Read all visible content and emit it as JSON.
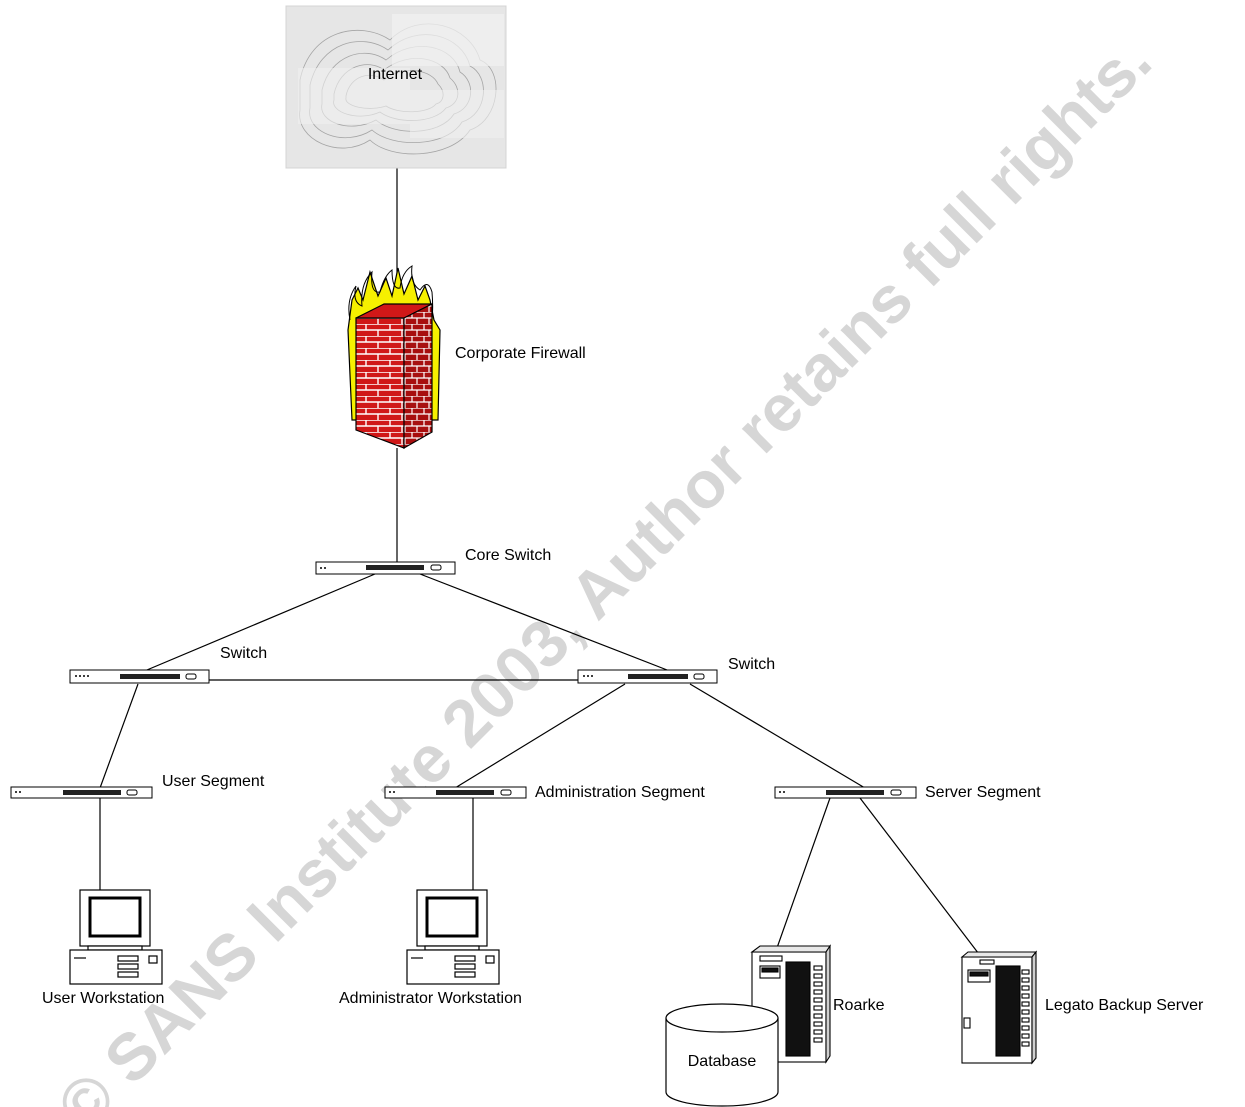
{
  "watermark": "© SANS Institute 2003, Author retains full rights.",
  "nodes": {
    "internet": {
      "label": "Internet",
      "icon": "cloud-icon"
    },
    "firewall": {
      "label": "Corporate Firewall",
      "icon": "firewall-icon"
    },
    "core_switch": {
      "label": "Core Switch",
      "icon": "switch-icon"
    },
    "switch_left": {
      "label": "Switch",
      "icon": "switch-icon"
    },
    "switch_right": {
      "label": "Switch",
      "icon": "switch-icon"
    },
    "user_segment": {
      "label": "User Segment",
      "icon": "switch-icon"
    },
    "admin_segment": {
      "label": "Administration Segment",
      "icon": "switch-icon"
    },
    "server_segment": {
      "label": "Server Segment",
      "icon": "switch-icon"
    },
    "user_workstation": {
      "label": "User Workstation",
      "icon": "workstation-icon"
    },
    "admin_workstation": {
      "label": "Administrator Workstation",
      "icon": "workstation-icon"
    },
    "roarke": {
      "label": "Roarke",
      "icon": "server-icon"
    },
    "database": {
      "label": "Database",
      "icon": "database-icon"
    },
    "legato": {
      "label": "Legato Backup Server",
      "icon": "server-icon"
    }
  },
  "connections": [
    [
      "internet",
      "firewall"
    ],
    [
      "firewall",
      "core_switch"
    ],
    [
      "core_switch",
      "switch_left"
    ],
    [
      "core_switch",
      "switch_right"
    ],
    [
      "switch_left",
      "switch_right"
    ],
    [
      "switch_left",
      "user_segment"
    ],
    [
      "switch_right",
      "admin_segment"
    ],
    [
      "switch_right",
      "server_segment"
    ],
    [
      "user_segment",
      "user_workstation"
    ],
    [
      "admin_segment",
      "admin_workstation"
    ],
    [
      "server_segment",
      "roarke"
    ],
    [
      "server_segment",
      "legato"
    ]
  ],
  "colors": {
    "line": "#000000",
    "cloud_fill": "#e6e6e6",
    "brick": "#d01818",
    "flame": "#f6f000",
    "screen": "#ffffff",
    "device": "#ffffff"
  }
}
